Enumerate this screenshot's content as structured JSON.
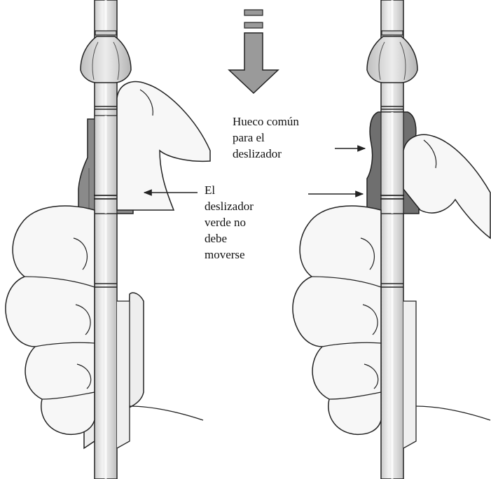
{
  "labels": {
    "gap": [
      "Hueco común",
      "para el",
      "deslizador"
    ],
    "slider": [
      "El",
      "deslizador",
      "verde no",
      "debe",
      "moverse"
    ]
  },
  "colors": {
    "outline": "#222222",
    "hand_fill": "#f7f7f7",
    "rod_fill": "#e2e2e2",
    "slider_fill": "#8a8a8a",
    "arrow_fill": "#9a9a9a"
  },
  "icons": {
    "push_arrow": "down-arrow-icon",
    "pointer": "arrow-pointer-icon"
  }
}
